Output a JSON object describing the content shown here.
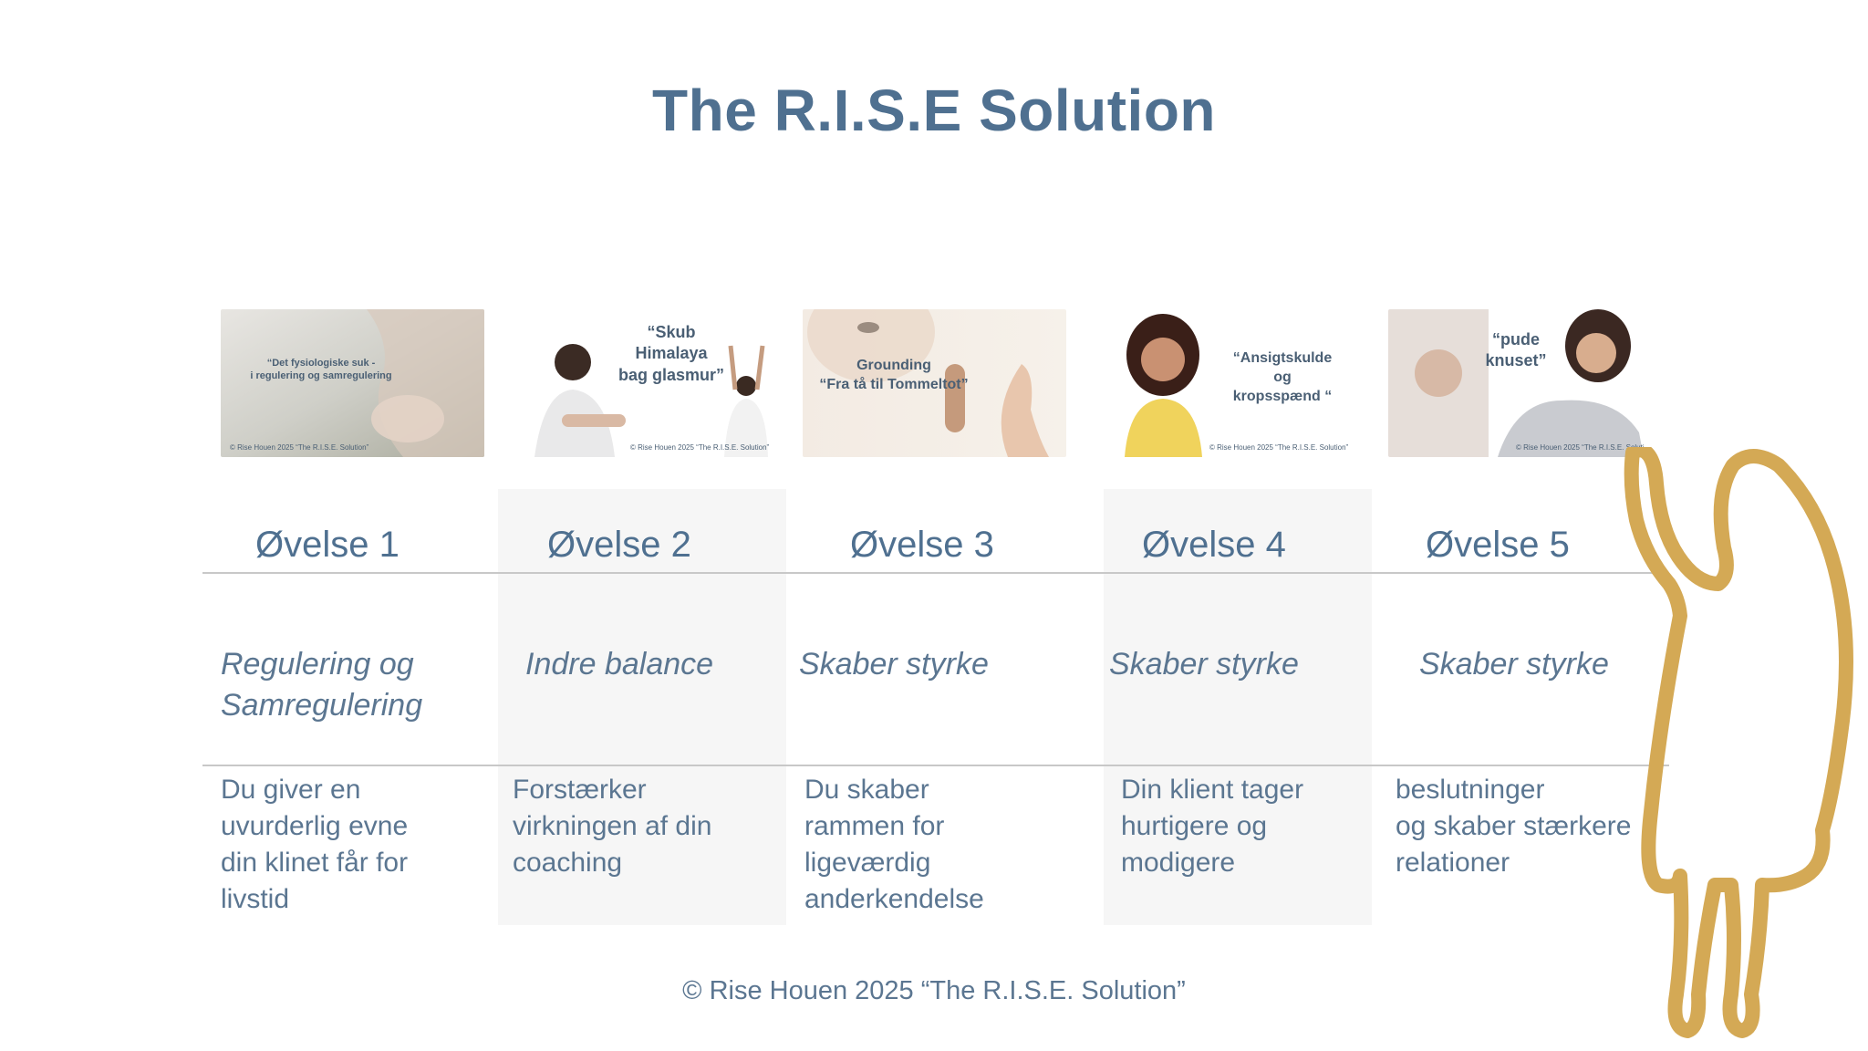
{
  "title": "The R.I.S.E Solution",
  "colors": {
    "heading": "#4f7090",
    "text": "#5b7691",
    "figure": "#d4a955",
    "shade": "#f6f6f6"
  },
  "exercises": [
    {
      "thumb_caption": "“Det fysiologiske suk -\ni regulering og samregulering",
      "thumb_copyright": "© Rise Houen 2025 “The R.I.S.E. Solution”",
      "label": "Øvelse 1",
      "subtitle": "Regulering og\nSamregulering",
      "description": "Du giver  en\nuvurderlig evne\ndin klinet får for\nlivstid"
    },
    {
      "thumb_caption": "“Skub\nHimalaya\nbag glasmur”",
      "thumb_copyright": "© Rise Houen 2025 “The R.I.S.E. Solution”",
      "label": "Øvelse 2",
      "subtitle": "Indre balance",
      "description": "Forstærker\nvirkningen af din\ncoaching"
    },
    {
      "thumb_caption": "Grounding\n“Fra tå til Tommeltot”",
      "thumb_copyright": "",
      "label": "Øvelse 3",
      "subtitle": "Skaber styrke",
      "description": "Du skaber\nrammen for\nligeværdig\nanderkendelse"
    },
    {
      "thumb_caption": "“Ansigtskulde\nog\nkropsspænd “",
      "thumb_copyright": "© Rise Houen 2025 “The R.I.S.E. Solution”",
      "label": "Øvelse 4",
      "subtitle": "Skaber styrke",
      "description": "Din klient tager\nhurtigere og\nmodigere"
    },
    {
      "thumb_caption": "“pude\nknuset”",
      "thumb_copyright": "© Rise Houen 2025 “The R.I.S.E. Solution”",
      "label": "Øvelse 5",
      "subtitle": "Skaber styrke",
      "description": "beslutninger\nog skaber stærkere\nrelationer"
    }
  ],
  "footer": "© Rise Houen 2025 “The R.I.S.E. Solution”"
}
